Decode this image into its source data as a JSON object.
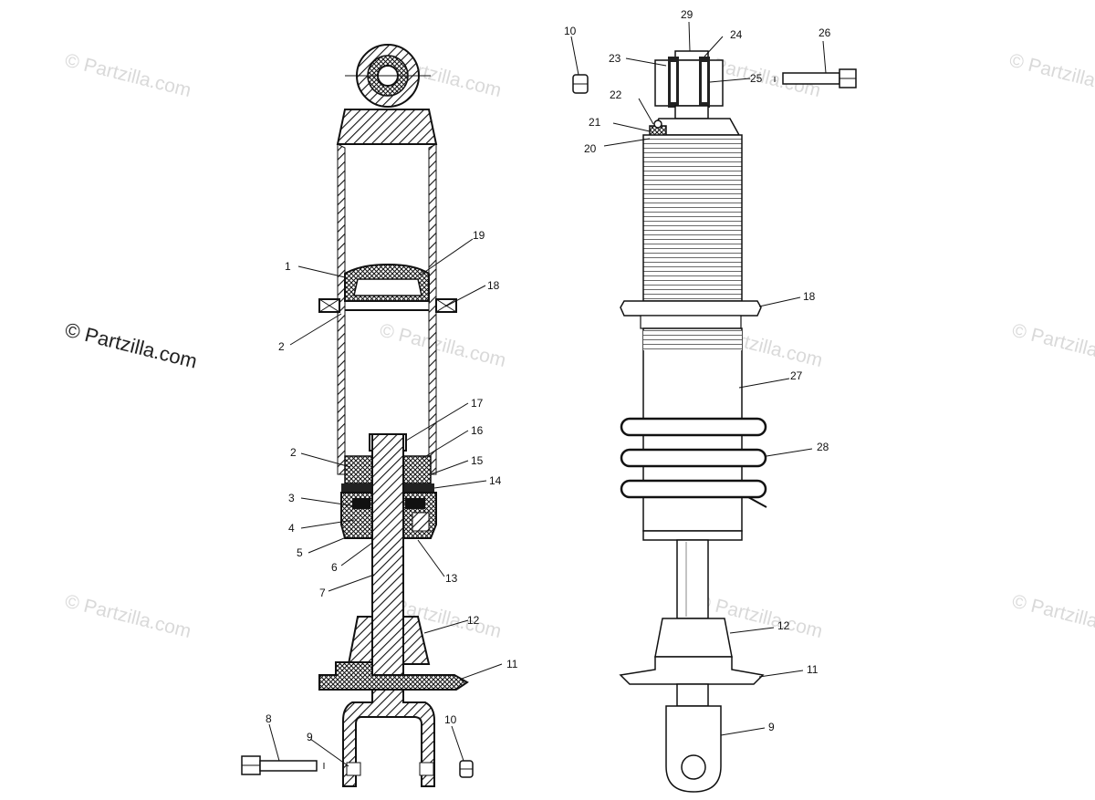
{
  "watermark": {
    "main": "© Partzilla.com",
    "tile": "© Partzilla.com"
  },
  "colors": {
    "line": "#111111",
    "watermark_light": "#d9d9d9",
    "background": "#ffffff"
  },
  "callouts_left": [
    "1",
    "2",
    "18",
    "19",
    "2",
    "17",
    "16",
    "15",
    "14",
    "3",
    "4",
    "5",
    "6",
    "13",
    "7",
    "12",
    "11",
    "8",
    "9",
    "10"
  ],
  "callouts_right": [
    "10",
    "29",
    "24",
    "23",
    "25",
    "26",
    "22",
    "21",
    "20",
    "18",
    "27",
    "28",
    "12",
    "11",
    "9"
  ]
}
